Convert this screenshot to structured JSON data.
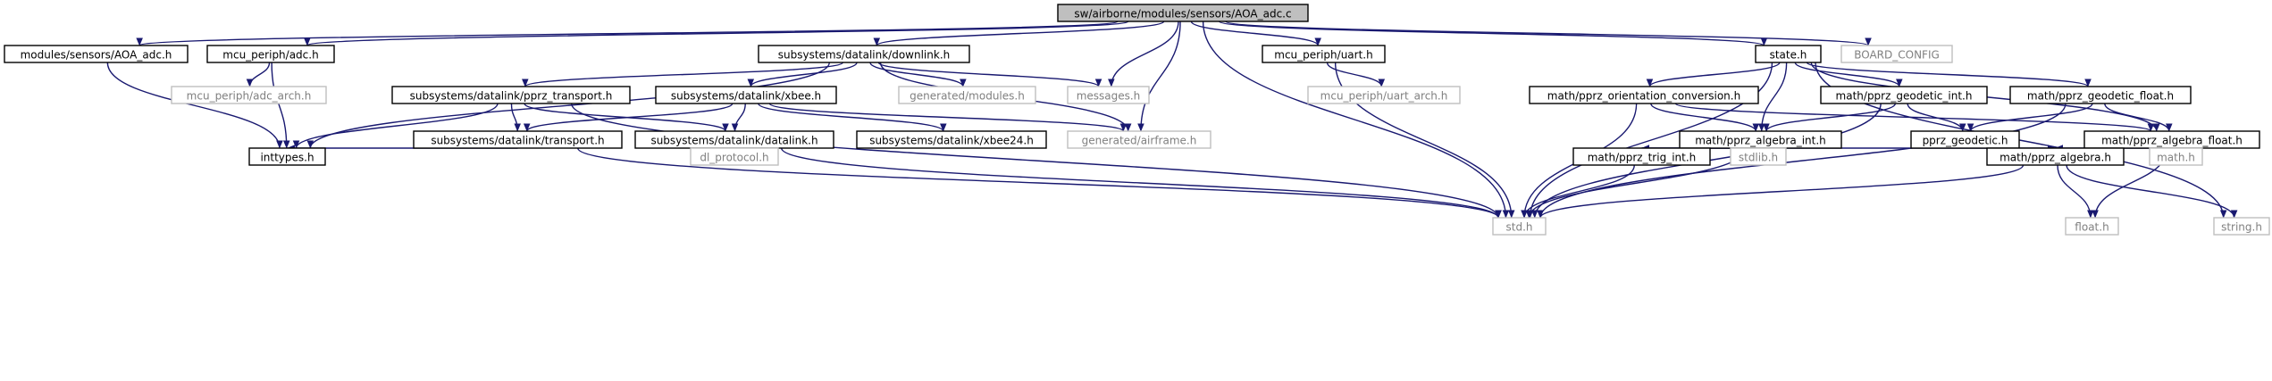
{
  "graph": {
    "nodes": [
      {
        "id": "aoa_adc_c",
        "label": "sw/airborne/modules/sensors/AOA_adc.c",
        "style": "root"
      },
      {
        "id": "aoa_adc_h",
        "label": "modules/sensors/AOA_adc.h",
        "style": "normal"
      },
      {
        "id": "adc_h",
        "label": "mcu_periph/adc.h",
        "style": "normal"
      },
      {
        "id": "downlink_h",
        "label": "subsystems/datalink/downlink.h",
        "style": "normal"
      },
      {
        "id": "uart_h",
        "label": "mcu_periph/uart.h",
        "style": "normal"
      },
      {
        "id": "state_h",
        "label": "state.h",
        "style": "normal"
      },
      {
        "id": "board_config",
        "label": "BOARD_CONFIG",
        "style": "ghost"
      },
      {
        "id": "adc_arch_h",
        "label": "mcu_periph/adc_arch.h",
        "style": "ghost"
      },
      {
        "id": "pprz_transport_h",
        "label": "subsystems/datalink/pprz_transport.h",
        "style": "normal"
      },
      {
        "id": "xbee_h",
        "label": "subsystems/datalink/xbee.h",
        "style": "normal"
      },
      {
        "id": "gen_modules_h",
        "label": "generated/modules.h",
        "style": "ghost"
      },
      {
        "id": "messages_h",
        "label": "messages.h",
        "style": "ghost"
      },
      {
        "id": "uart_arch_h",
        "label": "mcu_periph/uart_arch.h",
        "style": "ghost"
      },
      {
        "id": "orient_conv_h",
        "label": "math/pprz_orientation_conversion.h",
        "style": "normal"
      },
      {
        "id": "geodetic_int_h",
        "label": "math/pprz_geodetic_int.h",
        "style": "normal"
      },
      {
        "id": "geodetic_float_h",
        "label": "math/pprz_geodetic_float.h",
        "style": "normal"
      },
      {
        "id": "transport_h",
        "label": "subsystems/datalink/transport.h",
        "style": "normal"
      },
      {
        "id": "datalink_h",
        "label": "subsystems/datalink/datalink.h",
        "style": "normal"
      },
      {
        "id": "xbee24_h",
        "label": "subsystems/datalink/xbee24.h",
        "style": "normal"
      },
      {
        "id": "gen_airframe_h",
        "label": "generated/airframe.h",
        "style": "ghost"
      },
      {
        "id": "algebra_int_h",
        "label": "math/pprz_algebra_int.h",
        "style": "normal"
      },
      {
        "id": "pprz_geodetic_h",
        "label": "pprz_geodetic.h",
        "style": "normal"
      },
      {
        "id": "algebra_float_h",
        "label": "math/pprz_algebra_float.h",
        "style": "normal"
      },
      {
        "id": "inttypes_h",
        "label": "inttypes.h",
        "style": "normal"
      },
      {
        "id": "dl_protocol_h",
        "label": "dl_protocol.h",
        "style": "ghost"
      },
      {
        "id": "trig_int_h",
        "label": "math/pprz_trig_int.h",
        "style": "normal"
      },
      {
        "id": "stdlib_h",
        "label": "stdlib.h",
        "style": "ghost"
      },
      {
        "id": "algebra_h",
        "label": "math/pprz_algebra.h",
        "style": "normal"
      },
      {
        "id": "math_h",
        "label": "math.h",
        "style": "ghost"
      },
      {
        "id": "float_h",
        "label": "float.h",
        "style": "ghost"
      },
      {
        "id": "string_h",
        "label": "string.h",
        "style": "ghost"
      },
      {
        "id": "std_h",
        "label": "std.h",
        "style": "ghost"
      }
    ],
    "edges": [
      [
        "aoa_adc_c",
        "aoa_adc_h"
      ],
      [
        "aoa_adc_c",
        "adc_h"
      ],
      [
        "aoa_adc_c",
        "downlink_h"
      ],
      [
        "aoa_adc_c",
        "messages_h"
      ],
      [
        "aoa_adc_c",
        "gen_airframe_h"
      ],
      [
        "aoa_adc_c",
        "std_h"
      ],
      [
        "aoa_adc_c",
        "uart_h"
      ],
      [
        "aoa_adc_c",
        "state_h"
      ],
      [
        "aoa_adc_c",
        "board_config"
      ],
      [
        "aoa_adc_h",
        "inttypes_h"
      ],
      [
        "adc_h",
        "inttypes_h"
      ],
      [
        "adc_h",
        "adc_arch_h"
      ],
      [
        "downlink_h",
        "inttypes_h"
      ],
      [
        "downlink_h",
        "pprz_transport_h"
      ],
      [
        "downlink_h",
        "xbee_h"
      ],
      [
        "downlink_h",
        "gen_modules_h"
      ],
      [
        "downlink_h",
        "messages_h"
      ],
      [
        "downlink_h",
        "gen_airframe_h"
      ],
      [
        "pprz_transport_h",
        "inttypes_h"
      ],
      [
        "pprz_transport_h",
        "transport_h"
      ],
      [
        "pprz_transport_h",
        "datalink_h"
      ],
      [
        "pprz_transport_h",
        "std_h"
      ],
      [
        "xbee_h",
        "transport_h"
      ],
      [
        "xbee_h",
        "datalink_h"
      ],
      [
        "xbee_h",
        "xbee24_h"
      ],
      [
        "xbee_h",
        "gen_airframe_h"
      ],
      [
        "transport_h",
        "inttypes_h"
      ],
      [
        "transport_h",
        "std_h"
      ],
      [
        "datalink_h",
        "dl_protocol_h"
      ],
      [
        "datalink_h",
        "std_h"
      ],
      [
        "uart_h",
        "uart_arch_h"
      ],
      [
        "uart_h",
        "std_h"
      ],
      [
        "state_h",
        "std_h"
      ],
      [
        "state_h",
        "orient_conv_h"
      ],
      [
        "state_h",
        "algebra_int_h"
      ],
      [
        "state_h",
        "geodetic_int_h"
      ],
      [
        "state_h",
        "geodetic_float_h"
      ],
      [
        "state_h",
        "algebra_float_h"
      ],
      [
        "state_h",
        "string_h"
      ],
      [
        "orient_conv_h",
        "algebra_int_h"
      ],
      [
        "orient_conv_h",
        "algebra_float_h"
      ],
      [
        "orient_conv_h",
        "std_h"
      ],
      [
        "geodetic_int_h",
        "algebra_int_h"
      ],
      [
        "geodetic_int_h",
        "pprz_geodetic_h"
      ],
      [
        "geodetic_int_h",
        "std_h"
      ],
      [
        "geodetic_float_h",
        "pprz_geodetic_h"
      ],
      [
        "geodetic_float_h",
        "algebra_float_h"
      ],
      [
        "geodetic_float_h",
        "std_h"
      ],
      [
        "algebra_int_h",
        "std_h"
      ],
      [
        "algebra_int_h",
        "stdlib_h"
      ],
      [
        "algebra_int_h",
        "algebra_h"
      ],
      [
        "algebra_int_h",
        "trig_int_h"
      ],
      [
        "trig_int_h",
        "algebra_int_h"
      ],
      [
        "trig_int_h",
        "std_h"
      ],
      [
        "algebra_float_h",
        "algebra_h"
      ],
      [
        "algebra_float_h",
        "math_h"
      ],
      [
        "algebra_float_h",
        "float_h"
      ],
      [
        "algebra_h",
        "std_h"
      ],
      [
        "algebra_h",
        "float_h"
      ],
      [
        "algebra_h",
        "string_h"
      ]
    ]
  },
  "colors": {
    "edge": "#191970",
    "node_border": "#000000",
    "ghost_border": "#bfbfbf",
    "ghost_text": "#808080",
    "root_fill": "#bfbfbf",
    "node_fill": "#ffffff",
    "text": "#000000"
  }
}
